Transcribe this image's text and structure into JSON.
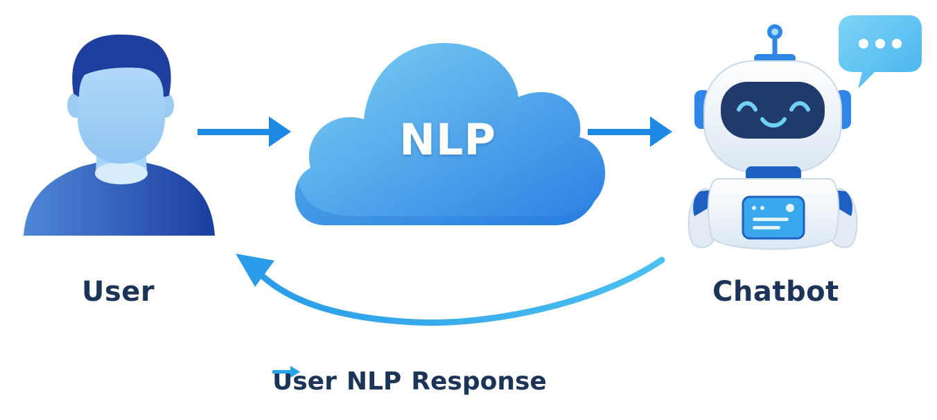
{
  "nodes": {
    "user": {
      "label": "User",
      "icon": "user-avatar-icon"
    },
    "nlp": {
      "label": "NLP",
      "icon": "cloud-icon"
    },
    "chatbot": {
      "label": "Chatbot",
      "icon": "robot-icon"
    }
  },
  "flow_caption": {
    "step1": "User",
    "step2": "NLP",
    "step3": "Response",
    "separator_icon": "arrow-right-icon"
  },
  "colors": {
    "text_dark": "#1c3458",
    "arrow_blue": "#1e88e5",
    "cloud_light": "#72c8f0",
    "cloud_dark": "#2f86e6",
    "user_dark": "#1f3f9e",
    "user_light": "#a8d4f7",
    "robot_visor": "#1f3a6b",
    "bubble": "#5fc3f0"
  }
}
